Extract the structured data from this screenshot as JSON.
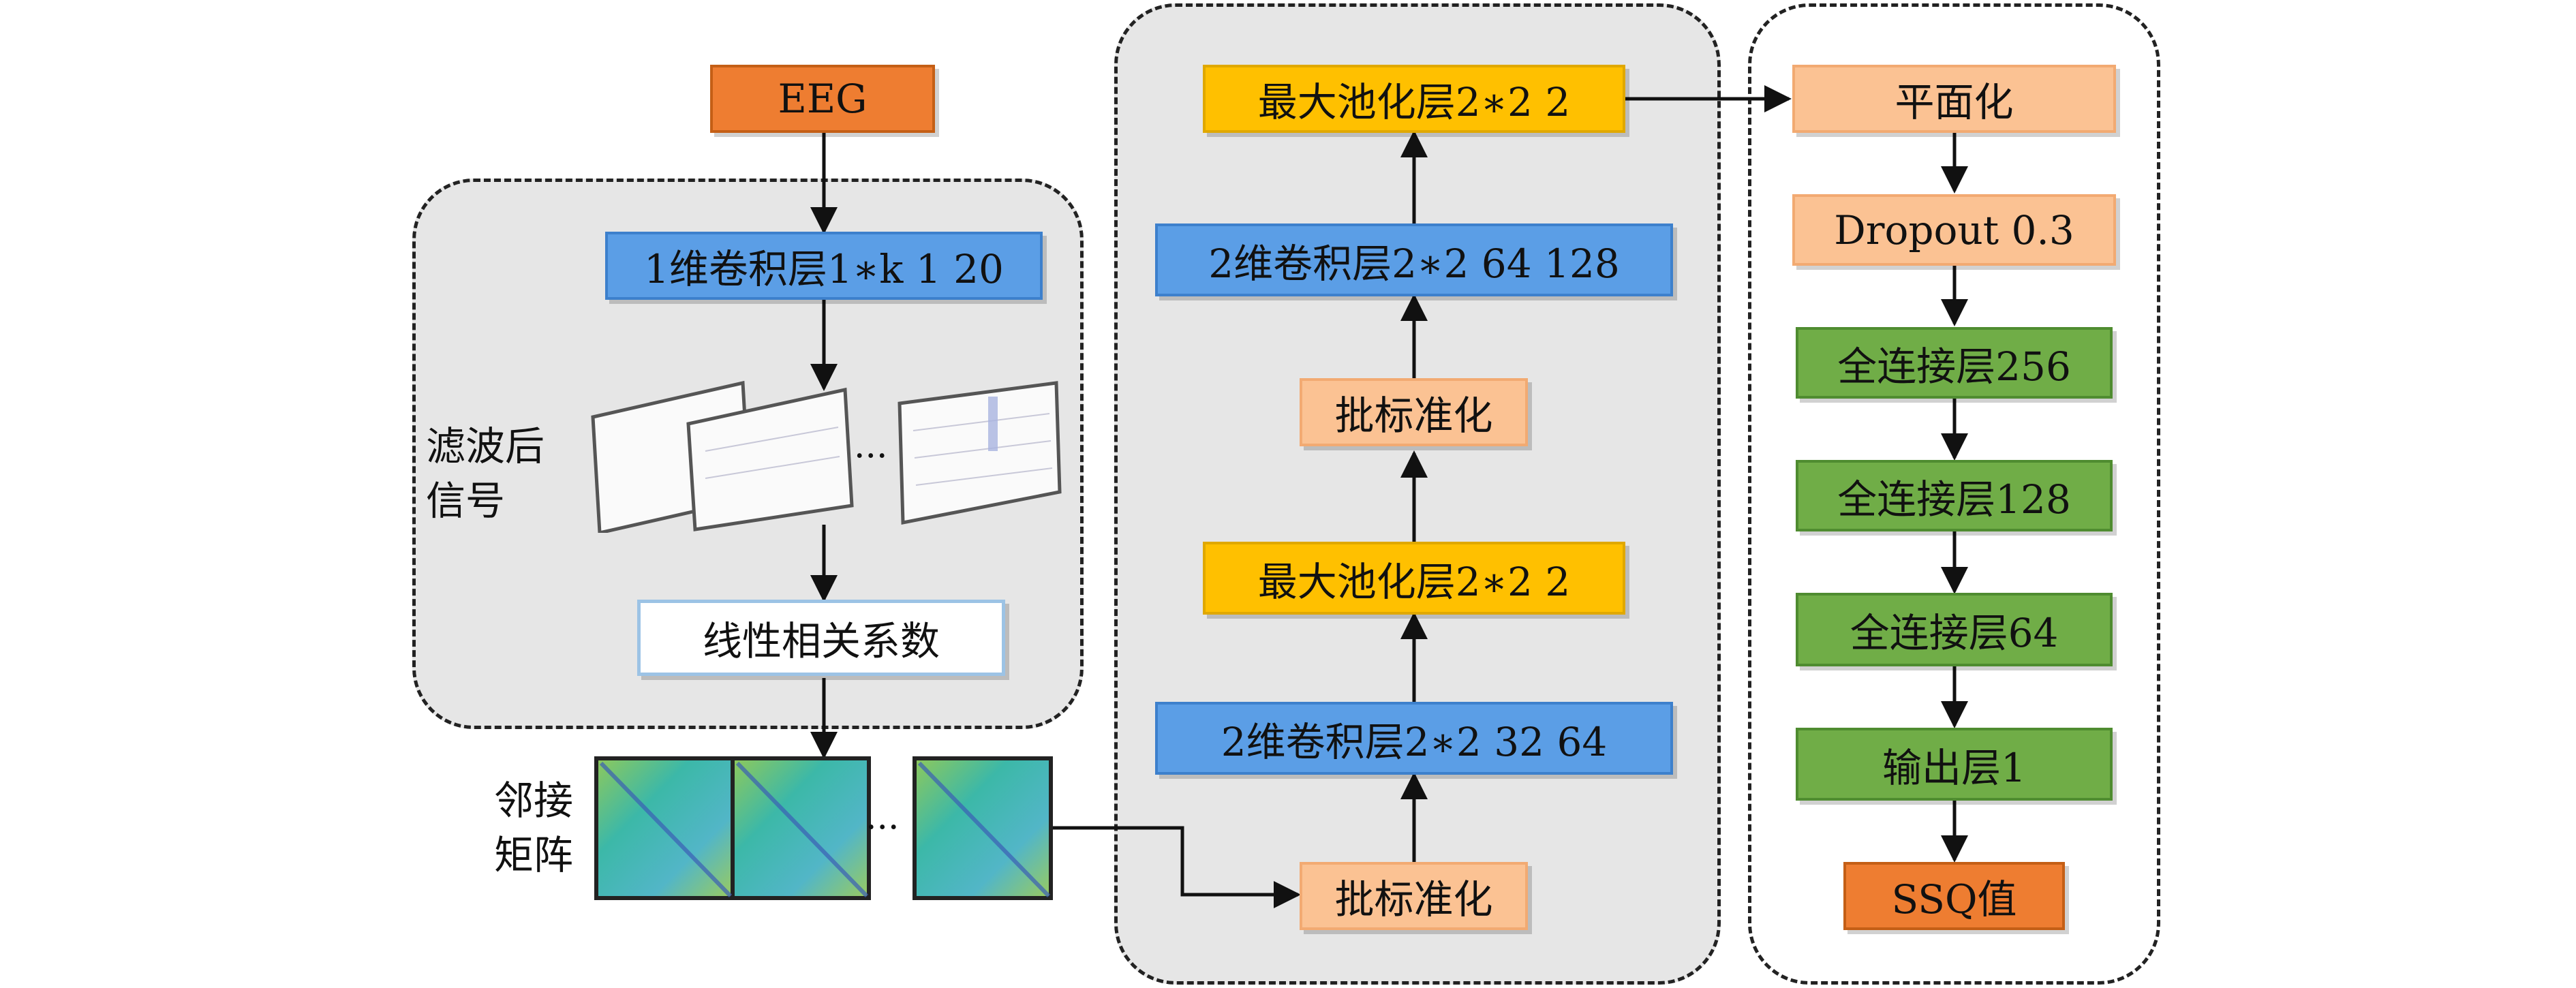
{
  "input": {
    "label": "EEG"
  },
  "left_group": {
    "conv1d": "1维卷积层1∗k 1 20",
    "filtered_signal_label": "滤波后\n信号",
    "filtered_ellipsis": "···",
    "correlation": "线性相关系数"
  },
  "adjacency": {
    "label": "邻接\n矩阵",
    "ellipsis": "···"
  },
  "middle_group": {
    "bn_1": "批标准化",
    "conv2d_1": "2维卷积层2∗2 32 64",
    "maxpool_1": "最大池化层2∗2 2",
    "bn_2": "批标准化",
    "conv2d_2": "2维卷积层2∗2 64 128",
    "maxpool_2": "最大池化层2∗2 2"
  },
  "right_group": {
    "flatten": "平面化",
    "dropout": "Dropout 0.3",
    "fc_256": "全连接层256",
    "fc_128": "全连接层128",
    "fc_64": "全连接层64",
    "output_layer": "输出层1",
    "ssq": "SSQ值"
  },
  "colors": {
    "orange": "#ee7d31",
    "peach": "#fbc293",
    "blue": "#5b9ee6",
    "yellow": "#ffc000",
    "green": "#70ad47",
    "group_fill": "#e6e6e6"
  }
}
